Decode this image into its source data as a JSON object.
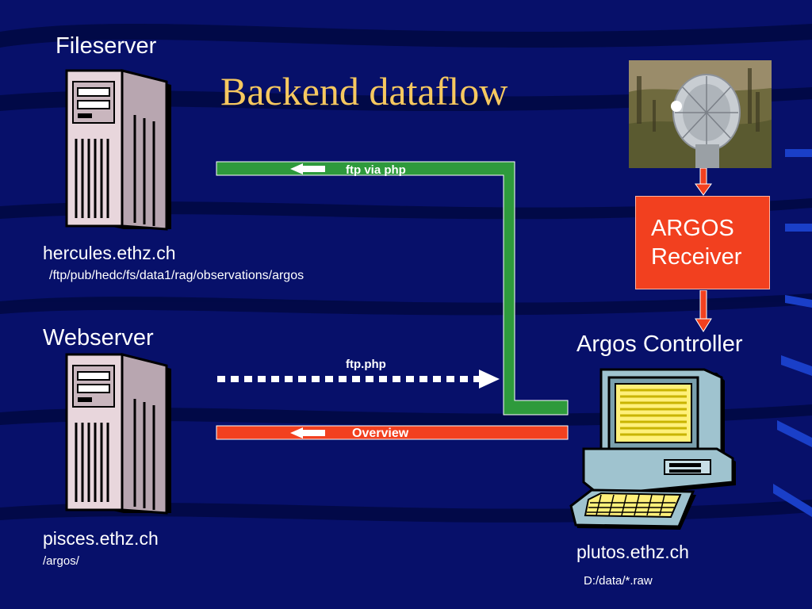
{
  "slide": {
    "title": "Backend dataflow"
  },
  "fileserver": {
    "heading": "Fileserver",
    "host": "hercules.ethz.ch",
    "path": "/ftp/pub/hedc/fs/data1/rag/observations/argos"
  },
  "webserver": {
    "heading": "Webserver",
    "host": "pisces.ethz.ch",
    "path": "/argos/"
  },
  "receiver": {
    "line1": "ARGOS",
    "line2": "Receiver"
  },
  "controller": {
    "heading": "Argos Controller",
    "host": "plutos.ethz.ch",
    "path": "D:/data/*.raw"
  },
  "flows": [
    {
      "label": "ftp via php",
      "color": "#2e9a3c"
    },
    {
      "label": "ftp.php",
      "color": "#ffffff"
    },
    {
      "label": "Overview",
      "color": "#f2401f"
    }
  ],
  "colors": {
    "background": "#07106a",
    "title": "#f6c85f",
    "receiver": "#f2401f",
    "ftp_flow": "#2e9a3c",
    "overview_flow": "#f2401f"
  },
  "icons": [
    "server-tower-icon",
    "satellite-dish-photo",
    "desktop-computer-icon"
  ]
}
